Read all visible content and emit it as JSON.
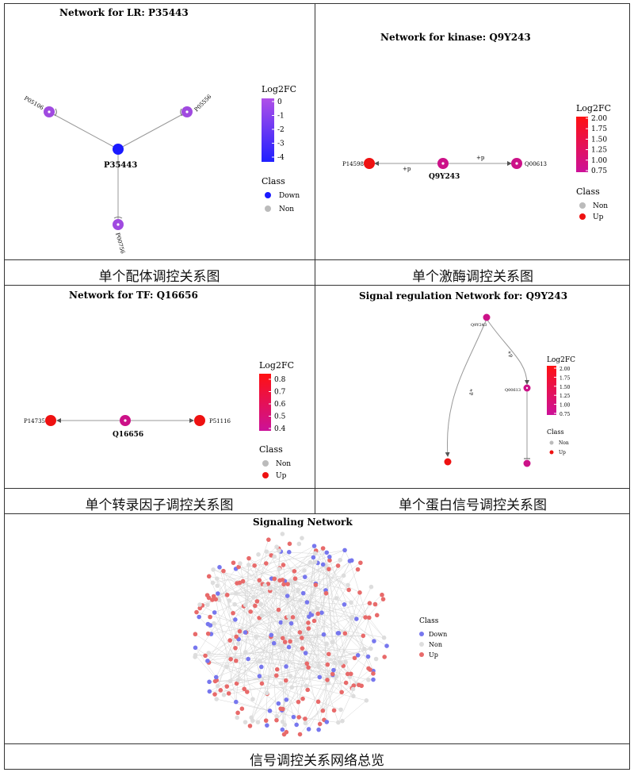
{
  "panels": {
    "lr": {
      "title": "Network for LR: P35443",
      "caption": "单个配体调控关系图",
      "center": "P35443",
      "nodes": [
        "P05106",
        "P05556",
        "P00756"
      ],
      "legend": {
        "title": "Log2FC",
        "ticks": [
          "0",
          "-1",
          "-2",
          "-3",
          "-4"
        ],
        "class_title": "Class",
        "classes": [
          "Down",
          "Non"
        ]
      }
    },
    "kinase": {
      "title": "Network for kinase: Q9Y243",
      "caption": "单个激酶调控关系图",
      "center": "Q9Y243",
      "nodes": [
        "P14598",
        "Q00613"
      ],
      "edge_labels": [
        "+p",
        "+p"
      ],
      "legend": {
        "title": "Log2FC",
        "ticks": [
          "2.00",
          "1.75",
          "1.50",
          "1.25",
          "1.00",
          "0.75"
        ],
        "class_title": "Class",
        "classes": [
          "Non",
          "Up"
        ]
      }
    },
    "tf": {
      "title": "Network for TF: Q16656",
      "caption": "单个转录因子调控关系图",
      "center": "Q16656",
      "nodes": [
        "P14735",
        "P51116"
      ],
      "legend": {
        "title": "Log2FC",
        "ticks": [
          "0.8",
          "0.7",
          "0.6",
          "0.5",
          "0.4"
        ],
        "class_title": "Class",
        "classes": [
          "Non",
          "Up"
        ]
      }
    },
    "signal": {
      "title": "Signal regulation Network for: Q9Y243",
      "caption": "单个蛋白信号调控关系图",
      "nodes": [
        "Q9Y243",
        "Q00613"
      ],
      "edge_labels": [
        "+p",
        "+p"
      ],
      "legend": {
        "title": "Log2FC",
        "ticks": [
          "2.00",
          "1.75",
          "1.50",
          "1.25",
          "1.00",
          "0.75"
        ],
        "class_title": "Class",
        "classes": [
          "Non",
          "Up"
        ]
      }
    },
    "overview": {
      "title": "Signaling Network",
      "caption": "信号调控关系网络总览",
      "legend": {
        "class_title": "Class",
        "classes": [
          "Down",
          "Non",
          "Up"
        ]
      }
    }
  },
  "colors": {
    "down": "#1a1aff",
    "purple": "#a04ae0",
    "red": "#ee1111",
    "magenta": "#cc1188",
    "non": "#bbbbbb",
    "net_down": "#7777ee",
    "net_up": "#e86a6a",
    "net_non": "#dddddd"
  }
}
